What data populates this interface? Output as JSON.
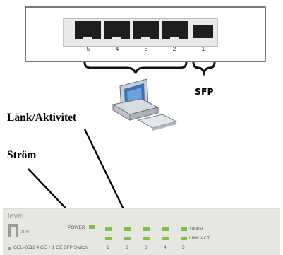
{
  "labels": {
    "link_activity": "Länk/Aktivitet",
    "power": "Ström",
    "sfp": "SFP"
  },
  "switch_top": {
    "rj45_port_numbers": [
      "5",
      "4",
      "3",
      "2"
    ],
    "sfp_port_number": "1"
  },
  "front_panel": {
    "brand_line1": "level",
    "brand_line2": "one",
    "model": "GEU-0512  4 GE + 1 GE SFP Switch",
    "power_label": "POWER",
    "speed_label": "1000M",
    "link_label": "LINK/ACT",
    "led_numbers": [
      "1",
      "2",
      "3",
      "4",
      "5"
    ]
  },
  "colors": {
    "led_green": "#7dc242",
    "panel_bg": "#e6e7e3",
    "port_black": "#1e1e1e"
  },
  "icons": [
    "computer-icon"
  ]
}
